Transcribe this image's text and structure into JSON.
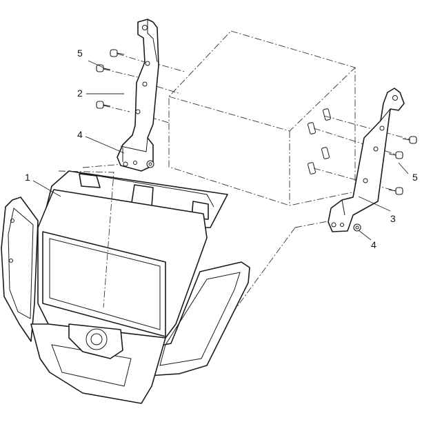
{
  "diagram": {
    "type": "exploded-assembly",
    "parts": [
      {
        "callout": "1",
        "part": "front-bezel-panel"
      },
      {
        "callout": "2",
        "part": "left-mounting-bracket"
      },
      {
        "callout": "3",
        "part": "right-mounting-bracket"
      },
      {
        "callout": "4",
        "part": "bracket-nut-left"
      },
      {
        "callout": "4",
        "part": "bracket-nut-right"
      },
      {
        "callout": "5",
        "part": "bracket-screws-left"
      },
      {
        "callout": "5",
        "part": "bracket-screws-right"
      }
    ]
  }
}
